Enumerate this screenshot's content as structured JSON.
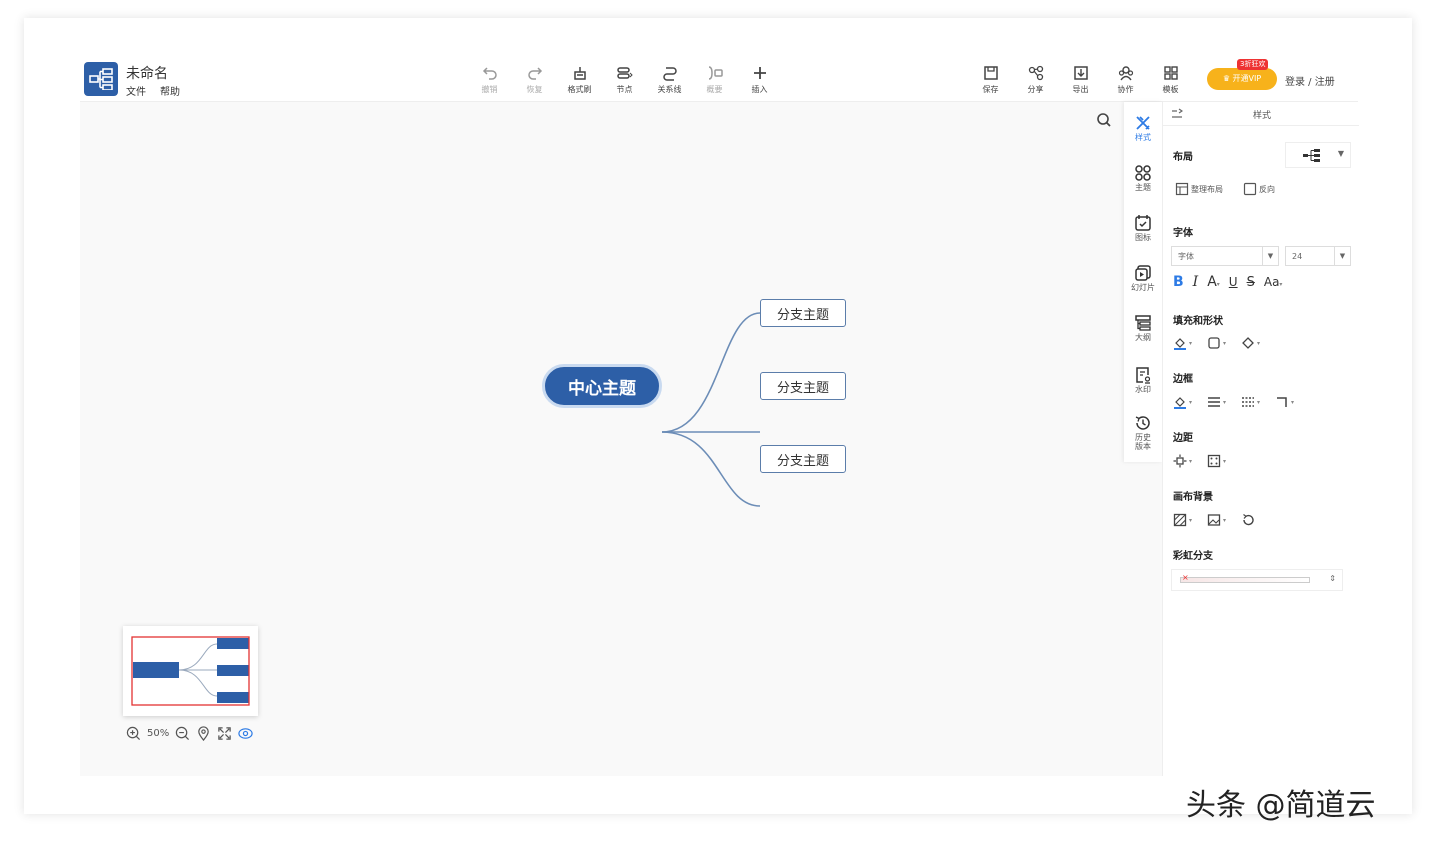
{
  "app": {
    "title": "未命名",
    "menu": [
      "文件",
      "帮助"
    ]
  },
  "toolbar": {
    "center": [
      {
        "label": "撤销",
        "icon": "undo-icon",
        "enabled": false
      },
      {
        "label": "恢复",
        "icon": "redo-icon",
        "enabled": false
      },
      {
        "label": "格式刷",
        "icon": "format-brush-icon",
        "enabled": true
      },
      {
        "label": "节点",
        "icon": "node-icon",
        "enabled": true
      },
      {
        "label": "关系线",
        "icon": "relation-line-icon",
        "enabled": true
      },
      {
        "label": "概要",
        "icon": "summary-icon",
        "enabled": false
      },
      {
        "label": "插入",
        "icon": "plus-icon",
        "enabled": true
      }
    ],
    "right": [
      {
        "label": "保存",
        "icon": "save-icon"
      },
      {
        "label": "分享",
        "icon": "share-icon"
      },
      {
        "label": "导出",
        "icon": "export-icon"
      },
      {
        "label": "协作",
        "icon": "collaborate-icon"
      },
      {
        "label": "模板",
        "icon": "template-icon"
      }
    ],
    "vip_label": "开通VIP",
    "vip_badge": "3折狂欢",
    "login_label": "登录 / 注册"
  },
  "mindmap": {
    "central": "中心主题",
    "branches": [
      "分支主题",
      "分支主题",
      "分支主题"
    ]
  },
  "zoom": {
    "level": "50%"
  },
  "side_tabs": [
    {
      "label": "样式",
      "icon": "style-icon",
      "active": true
    },
    {
      "label": "主题",
      "icon": "theme-icon",
      "active": false
    },
    {
      "label": "图标",
      "icon": "sticker-icon",
      "active": false
    },
    {
      "label": "幻灯片",
      "icon": "slideshow-icon",
      "active": false
    },
    {
      "label": "大纲",
      "icon": "outline-icon",
      "active": false
    },
    {
      "label": "水印",
      "icon": "watermark-icon",
      "active": false
    },
    {
      "label": "历史版本",
      "icon": "history-icon",
      "active": false
    }
  ],
  "panel": {
    "header": "样式",
    "layout": {
      "title": "布局",
      "organize": "整理布局",
      "reverse": "反向"
    },
    "font": {
      "title": "字体",
      "family": "字体",
      "size": "24"
    },
    "fill_shape": {
      "title": "填充和形状"
    },
    "border": {
      "title": "边框"
    },
    "padding": {
      "title": "边距"
    },
    "canvas_bg": {
      "title": "画布背景"
    },
    "rainbow": {
      "title": "彩虹分支"
    }
  },
  "watermark_text": "头条 @简道云",
  "colors": {
    "brand": "#2d5fa7",
    "vip": "#f7b21b",
    "accent": "#2d7be5",
    "minimap_frame": "#e33333"
  }
}
